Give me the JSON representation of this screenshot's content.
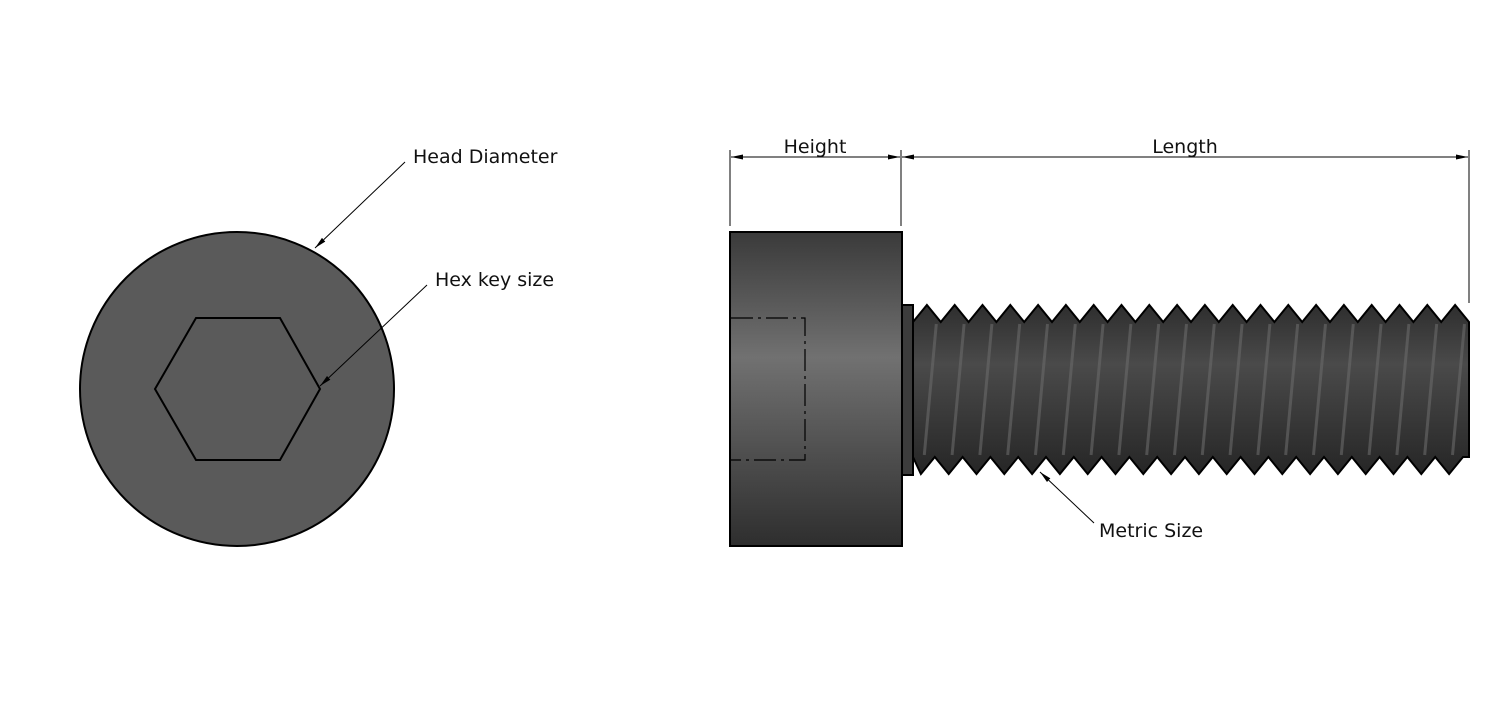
{
  "labels": {
    "head_diameter": "Head Diameter",
    "hex_key_size": "Hex key size",
    "height": "Height",
    "length": "Length",
    "metric_size": "Metric Size"
  },
  "colors": {
    "fill_dark": "#3a3a3a",
    "fill_light": "#717171",
    "end_view_fill": "#5a5a5a",
    "line": "#000000"
  },
  "thread_count": 20
}
